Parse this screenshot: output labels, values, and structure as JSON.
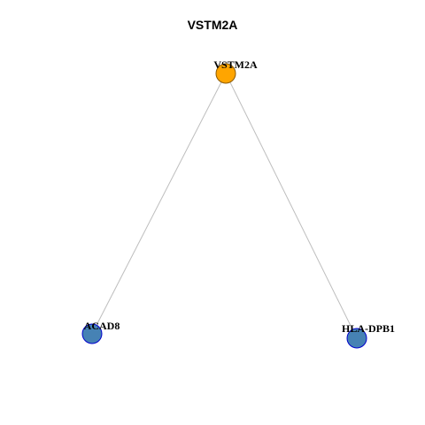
{
  "title": "VSTM2A",
  "nodes": [
    {
      "id": "VSTM2A",
      "label": "VSTM2A",
      "role": "hub",
      "color": "#FFA500",
      "stroke": "#8B5A00"
    },
    {
      "id": "ACAD8",
      "label": "ACAD8",
      "role": "neighbor",
      "color": "#4682B4",
      "stroke": "#0000CD"
    },
    {
      "id": "HLA-DPB1",
      "label": "HLA-DPB1",
      "role": "neighbor",
      "color": "#4682B4",
      "stroke": "#0000CD"
    }
  ],
  "edges": [
    {
      "source": "VSTM2A",
      "target": "ACAD8"
    },
    {
      "source": "VSTM2A",
      "target": "HLA-DPB1"
    }
  ],
  "edge_color": "#BEBEBE"
}
